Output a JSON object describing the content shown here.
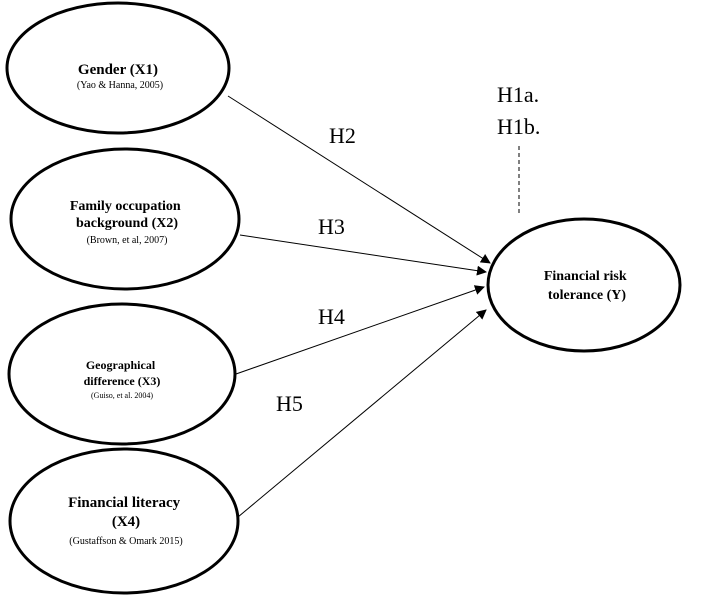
{
  "nodes": {
    "gender": {
      "title": [
        "Gender (X1)"
      ],
      "citation": "(Yao & Hanna, 2005)"
    },
    "family": {
      "title": [
        "Family occupation",
        "background (X2)"
      ],
      "citation": "(Brown, et al, 2007)"
    },
    "geo": {
      "title": [
        "Geographical",
        "difference (X3)"
      ],
      "citation": "(Guiso, et al. 2004)"
    },
    "literacy": {
      "title": [
        "Financial literacy",
        "(X4)"
      ],
      "citation": "(Gustaffson & Omark 2015)"
    },
    "risk": {
      "title": [
        "Financial risk",
        "tolerance (Y)"
      ]
    }
  },
  "hypotheses": {
    "h1a": "H1a.",
    "h1b": "H1b.",
    "h2": "H2",
    "h3": "H3",
    "h4": "H4",
    "h5": "H5"
  },
  "colors": {
    "stroke": "#000000",
    "background": "#ffffff"
  }
}
